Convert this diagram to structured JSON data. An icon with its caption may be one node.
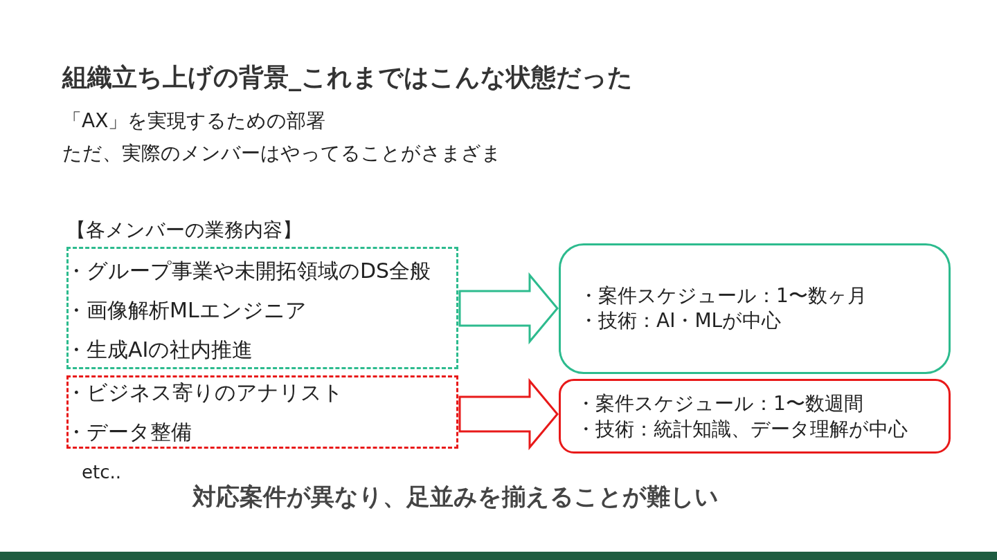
{
  "diagram": {
    "title": "組織立ち上げの背景_これまではこんな状態だった",
    "nodes": [
      {
        "text": [
          "・グループ事業や未開拓領域のDS全般",
          "・画像解析MLエンジニア",
          "・生成AIの社内推進"
        ]
      },
      {
        "text": [
          "・ビジネス寄りのアナリスト",
          "・データ整備"
        ]
      },
      {
        "text": [
          "・案件スケジュール：1〜数ヶ月",
          "・技術：AI・MLが中心"
        ]
      },
      {
        "text": [
          "・案件スケジュール：1〜数週間",
          "・技術：統計知識、データ理解が中心"
        ]
      }
    ],
    "edges": [
      {
        "from": 0,
        "to": 2,
        "arrow": "to",
        "color": "#2dbb8e"
      },
      {
        "from": 1,
        "to": 3,
        "arrow": "to",
        "color": "#e81919"
      }
    ],
    "labels": [
      "「AX」を実現するための部署",
      "ただ、実際のメンバーはやってることがさまざま",
      "【各メンバーの業務内容】",
      "etc..",
      "対応案件が異なり、足並みを揃えることが難しい"
    ]
  }
}
